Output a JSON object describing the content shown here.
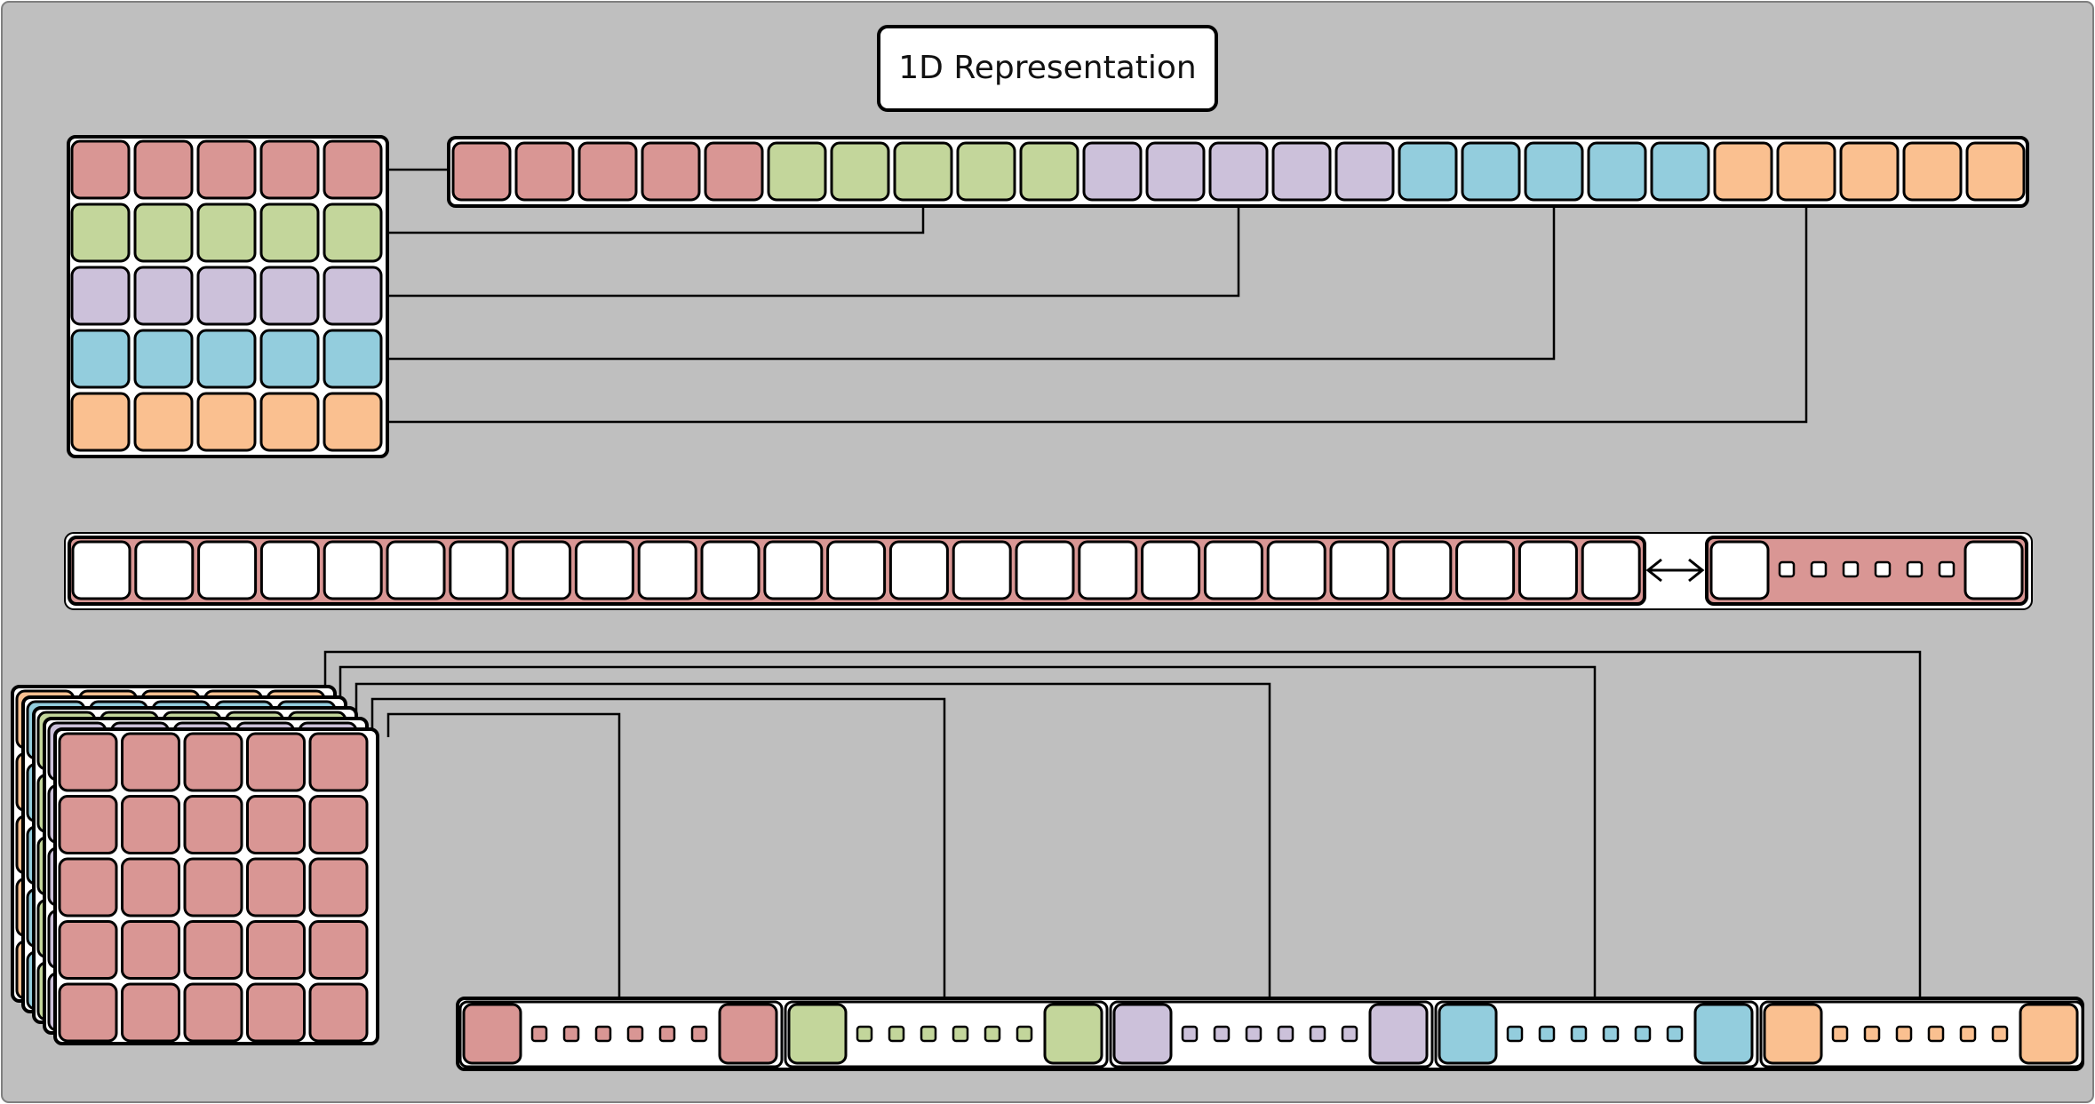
{
  "title": "1D Representation",
  "colors": {
    "background": "#bfbfbf",
    "frame": "#000000",
    "cell_white": "#ffffff",
    "rows": [
      "#d99694",
      "#c3d69b",
      "#ccc1da",
      "#93cddd",
      "#fac090"
    ]
  },
  "matrix": {
    "rows": 5,
    "cols": 5
  },
  "flat_vector": {
    "cells_per_row": 5
  },
  "middle_sequence": {
    "visible_cells": 25,
    "tail_small_cells": 6,
    "arrow": "double-headed"
  },
  "tensor": {
    "depth_layers": 5,
    "layer_order_back_to_front": [
      "#fac090",
      "#93cddd",
      "#c3d69b",
      "#ccc1da",
      "#d99694"
    ]
  },
  "segmented_vector": {
    "segments": 5,
    "small_cells_per_segment": 6
  }
}
